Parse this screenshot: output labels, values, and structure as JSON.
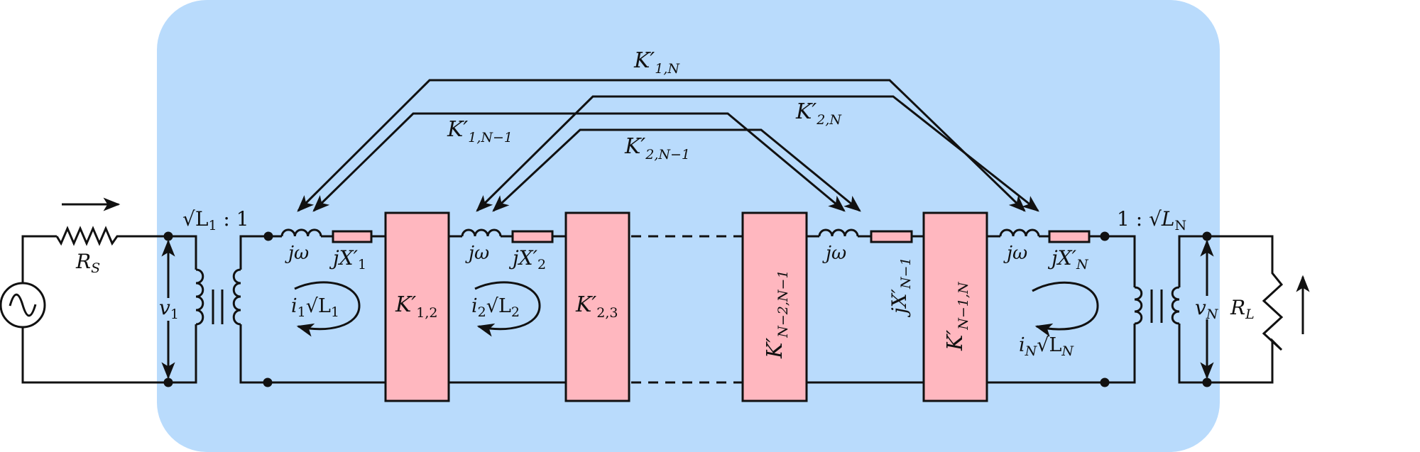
{
  "colors": {
    "region_fill": "#b9dbfc",
    "block_fill": "#ffb7bf",
    "line": "#111111",
    "background": "#ffffff"
  },
  "source": {
    "icon": "ac-voltage-source-icon",
    "resistor_label": "R",
    "resistor_sub": "S",
    "current_arrow": "right-arrow-icon"
  },
  "input_transformer": {
    "ratio_label_main": "√L",
    "ratio_label_sub": "1",
    "ratio_label_tail": " : 1",
    "voltage_label": "v",
    "voltage_sub": "1"
  },
  "resonators": [
    {
      "inductor_label": "jω",
      "reactance_label": "jX′",
      "reactance_sub": "1",
      "loop_label": "i",
      "loop_sub": "1",
      "loop_tail": "√L",
      "loop_tail_sub": "1"
    },
    {
      "inductor_label": "jω",
      "reactance_label": "jX′",
      "reactance_sub": "2",
      "loop_label": "i",
      "loop_sub": "2",
      "loop_tail": "√L",
      "loop_tail_sub": "2"
    },
    {
      "inductor_label": "jω",
      "reactance_label": "jX′",
      "reactance_sub": "N−1"
    },
    {
      "inductor_label": "jω",
      "reactance_label": "jX′",
      "reactance_sub": "N",
      "loop_label": "i",
      "loop_sub": "N",
      "loop_tail": "√L",
      "loop_tail_sub": "N"
    }
  ],
  "coupling_blocks": [
    {
      "label": "K′",
      "sub": "1,2"
    },
    {
      "label": "K′",
      "sub": "2,3"
    },
    {
      "label": "K′",
      "sub": "N−2,N−1"
    },
    {
      "label": "K′",
      "sub": "N−1,N"
    }
  ],
  "cross_couplings": [
    {
      "label": "K′",
      "sub": "1,N"
    },
    {
      "label": "K′",
      "sub": "2,N"
    },
    {
      "label": "K′",
      "sub": "1,N−1"
    },
    {
      "label": "K′",
      "sub": "2,N−1"
    }
  ],
  "output_transformer": {
    "ratio_label_head": "1 : ",
    "ratio_label_main": "√L",
    "ratio_label_sub": "N",
    "voltage_label": "v",
    "voltage_sub": "N"
  },
  "load": {
    "resistor_label": "R",
    "resistor_sub": "L",
    "current_arrow": "up-arrow-icon"
  }
}
